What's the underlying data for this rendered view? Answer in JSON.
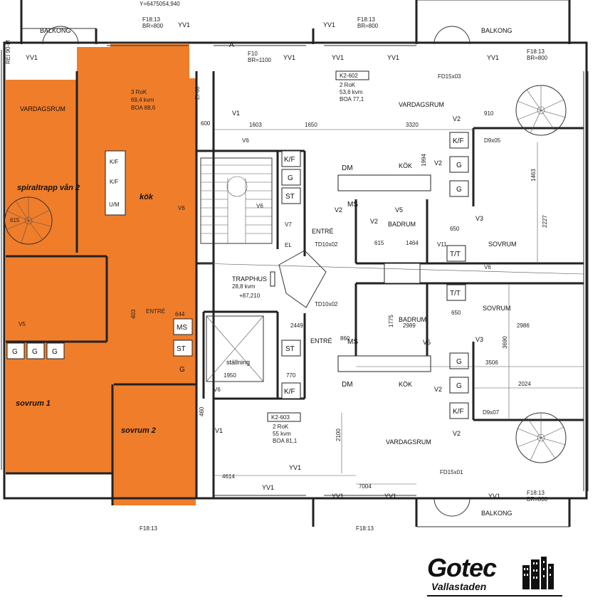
{
  "plan": {
    "highlight_color": "#f07d2a",
    "left_unit": {
      "vardagsrum": "VARDAGSRUM",
      "rok": "3 RoK",
      "kvm": "69,4 kvm",
      "boa": "BOA 88,6",
      "spiraltrapp": "spiraltrapp vån 2",
      "kok": "kök",
      "kf": "K/F",
      "um": "U/M",
      "entre": "ENTRÉ",
      "sovrum1": "sovrum 1",
      "sovrum2": "sovrum 2",
      "v5": "V5",
      "g": "G",
      "ei60": "EI 60",
      "dim600": "600",
      "dim615": "615",
      "dim403": "403",
      "dim460": "460",
      "dim644": "644"
    },
    "top_right_unit": {
      "id": "K2-602",
      "rok": "2 RoK",
      "kvm": "53,6 kvm",
      "boa": "BOA 77,1",
      "vardagsrum": "VARDAGSRUM",
      "dm": "DM",
      "kok": "KÖK",
      "entre": "ENTRÉ",
      "badrum": "BADRUM",
      "sovrum": "SOVRUM",
      "td": "TD10x02",
      "fd": "FD15x03",
      "d9": "D9x05",
      "dim1603": "1603",
      "dim1650": "1650",
      "dim3320": "3320",
      "dim910": "910",
      "dim1463": "1463",
      "dim2227": "2227",
      "dim1464": "1464",
      "dim650": "650",
      "dim615": "615",
      "dim1994": "1994"
    },
    "bottom_right_unit": {
      "id": "K2-603",
      "rok": "2 RoK",
      "kvm": "55 kvm",
      "boa": "BOA 81,1",
      "vardagsrum": "VARDAGSRUM",
      "dm": "DM",
      "kok": "KÖK",
      "entre": "ENTRÉ",
      "badrum": "BADRUM",
      "sovrum": "SOVRUM",
      "td": "TD10x02",
      "fd": "FD15x01",
      "d9": "D9x07",
      "dim1775": "1775",
      "dim2989": "2989",
      "dim2986": "2986",
      "dim3690": "3690",
      "dim3506": "3506",
      "dim2024": "2024",
      "dim2100": "2100",
      "dim7004": "7004",
      "dim4614": "4614",
      "dim2449": "2449",
      "dim650": "650",
      "dim860": "860"
    },
    "core": {
      "trapphus": "TRAPPHUS",
      "trapphus_kvm": "28,8 kvm",
      "level": "+87,210",
      "stallning": "ställning",
      "dim1950": "1950",
      "dim770": "770",
      "st": "ST",
      "kf": "K/F",
      "g": "G",
      "ms": "MS",
      "v6": "V6",
      "v7": "V7",
      "el": "EL"
    },
    "labels": {
      "balkong": "BALKONG",
      "yv1": "YV1",
      "v1": "V1",
      "v2": "V2",
      "v3": "V3",
      "v5": "V5",
      "tt": "T/T",
      "ms": "MS",
      "f18": "F18:13",
      "br800": "BR=800",
      "f10": "F10",
      "br1100": "BR=1100",
      "a": "A",
      "rei": "REI 90-M",
      "coord": "Y=6475054,940",
      "v11": "V11"
    }
  },
  "logo": {
    "title": "Gotec",
    "subtitle": "Vallastaden"
  }
}
